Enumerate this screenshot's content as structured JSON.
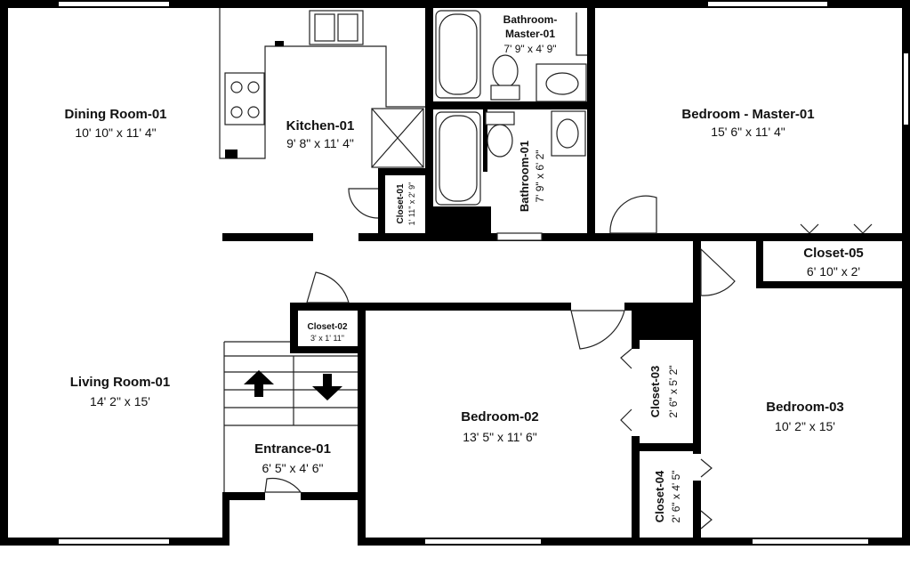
{
  "rooms": {
    "dining": {
      "name": "Dining Room-01",
      "dims": "10' 10\" x 11' 4\""
    },
    "kitchen": {
      "name": "Kitchen-01",
      "dims": "9' 8\" x 11' 4\""
    },
    "bath_master": {
      "name_line1": "Bathroom-",
      "name_line2": "Master-01",
      "dims": "7' 9\" x 4' 9\""
    },
    "bath01": {
      "name": "Bathroom-01",
      "dims": "7' 9\" x 6' 2\""
    },
    "bedroom_master": {
      "name": "Bedroom - Master-01",
      "dims": "15' 6\" x 11' 4\""
    },
    "closet01": {
      "name": "Closet-01",
      "dims": "1' 11\" x 2' 9\""
    },
    "closet05": {
      "name": "Closet-05",
      "dims": "6' 10\" x 2'"
    },
    "closet02": {
      "name": "Closet-02",
      "dims": "3' x 1' 11\""
    },
    "living": {
      "name": "Living Room-01",
      "dims": "14' 2\" x 15'"
    },
    "entrance": {
      "name": "Entrance-01",
      "dims": "6' 5\" x 4' 6\""
    },
    "bedroom02": {
      "name": "Bedroom-02",
      "dims": "13' 5\" x 11' 6\""
    },
    "closet03": {
      "name": "Closet-03",
      "dims": "2' 6\" x 5' 2\""
    },
    "bedroom03": {
      "name": "Bedroom-03",
      "dims": "10' 2\" x 15'"
    },
    "closet04": {
      "name": "Closet-04",
      "dims": "2' 6\" x 4' 5\""
    }
  }
}
